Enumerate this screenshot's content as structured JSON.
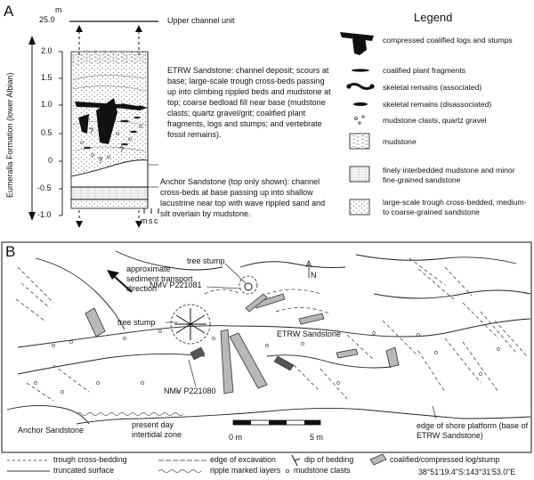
{
  "panel_a": {
    "letter": "A",
    "unit_label": "m",
    "top_value": "25.0",
    "top_label": "Upper channel unit",
    "vertical_axis_label": "Eumeralla Formation (lower Albian)",
    "ticks": [
      "2.0",
      "1.5",
      "1.0",
      "0.5",
      "0",
      "-0.5",
      "-1.0"
    ],
    "grain_size_label": "m s c",
    "etrw_description": "ETRW Sandstone: channel deposit; scours at base; large-scale trough cross-beds passing up into climbing rippled beds and mudstone at top; coarse bedload fill near base (mudstone clasts; quartz gravel/grit; coalified plant fragments, logs and stumps; and vertebrate fossil remains).",
    "anchor_description": "Anchor Sandstone (top only shown): channel cross-beds at base passing up into shallow lacustrine near top with wave rippled sand and silt overlain by mudstone."
  },
  "legend": {
    "title": "Legend",
    "items": [
      {
        "icon": "coalified-log-icon",
        "label": "compressed coalified logs and stumps"
      },
      {
        "icon": "plant-fragment-icon",
        "label": "coalified plant fragments"
      },
      {
        "icon": "skeletal-associated-icon",
        "label": "skeletal remains (associated)"
      },
      {
        "icon": "skeletal-disassociated-icon",
        "label": "skeletal remains (disassociated)"
      },
      {
        "icon": "mudstone-clast-icon",
        "label": "mudstone clasts, quartz gravel"
      },
      {
        "icon": "mudstone-pattern-icon",
        "label": "mudstone"
      },
      {
        "icon": "interbedded-pattern-icon",
        "label": "finely interbedded mudstone and minor fine-grained sandstone"
      },
      {
        "icon": "crossbedded-pattern-icon",
        "label": "large-scale trough cross-bedded, medium- to coarse-grained sandstone"
      }
    ]
  },
  "panel_b": {
    "letter": "B",
    "labels": {
      "transport": "approximate sediment transport direction",
      "tree_stump_1": "tree stump",
      "specimen_1": "NMV P221081",
      "north": "N",
      "tree_stump_2": "tree stump",
      "etrw": "ETRW Sandstone",
      "specimen_2": "NMV P221080",
      "anchor": "Anchor Sandstone",
      "intertidal": "present day intertidal zone",
      "scale_0": "0 m",
      "scale_5": "5 m",
      "shore_edge": "edge of shore platform (base of ETRW Sandstone)"
    }
  },
  "bottom_legend": {
    "trough": "trough cross-bedding",
    "excavation": "edge of excavation",
    "dip": "dip of bedding",
    "log": "coalified/compressed log/stump",
    "truncated": "truncated surface",
    "ripple": "ripple marked layers",
    "clasts": "mudstone clasts",
    "coordinates": "38°51'19.4\"S:143°31'53.0\"E"
  }
}
